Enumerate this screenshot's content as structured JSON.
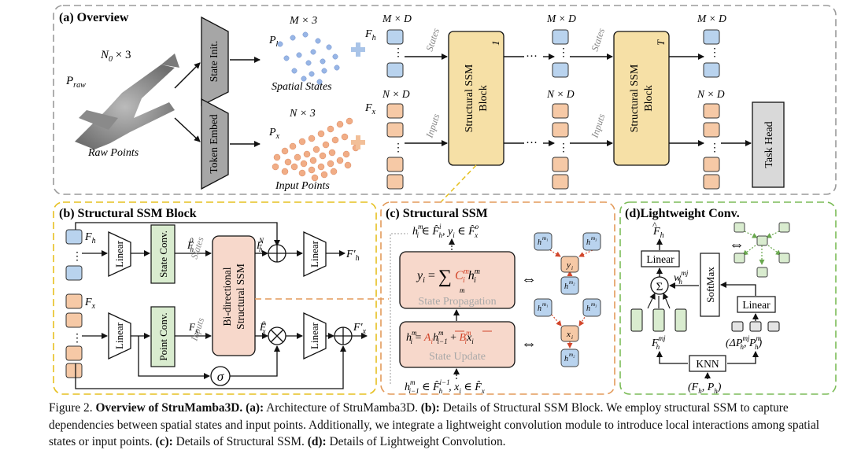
{
  "panels": {
    "a_title": "(a) Overview",
    "b_title": "(b) Structural SSM Block",
    "c_title": "(c) Structural SSM",
    "d_title": "(d)Lightweight Conv."
  },
  "overview": {
    "raw_dim": "N",
    "raw_dim_sub": "0",
    "raw_dim_rest": " × 3",
    "p_raw": "P",
    "p_raw_sub": "raw",
    "raw_label": "Raw Points",
    "state_init": "State Init.",
    "token_embed": "Token Embed",
    "spatial_dim": "M × 3",
    "ph": "P",
    "ph_sub": "h",
    "spatial_label": "Spatial States",
    "input_dim": "N × 3",
    "px": "P",
    "px_sub": "x",
    "input_label": "Input Points",
    "fh": "F",
    "fh_sub": "h",
    "fx": "F",
    "fx_sub": "x",
    "md": "M × D",
    "nd": "N × D",
    "states": "States",
    "inputs": "Inputs",
    "block": "Structural SSM Block",
    "block_line1": "Structural SSM",
    "block_line2": "Block",
    "block_idx_1": "1",
    "block_idx_T": "T",
    "ellipsis": "···",
    "task_head": "Task Head"
  },
  "ssm_block": {
    "fh": "F",
    "fh_sub": "h",
    "fx": "F",
    "fx_sub": "x",
    "linear": "Linear",
    "state_conv": "State Conv.",
    "point_conv": "Point Conv.",
    "states": "States",
    "inputs": "Inputs",
    "bi_line1": "Bi-directional",
    "bi_line2": "Structural SSM",
    "f0": "F",
    "f0_sup": "0",
    "f0_sub": "h",
    "fN": "F",
    "fN_sup": "N",
    "fN_sub": "h",
    "fxhat": "F",
    "fxhat_sub": "x",
    "fo": "F",
    "fo_sup": "o",
    "fo_sub": "x",
    "fh_out": "F′",
    "fh_out_sub": "h",
    "fx_out": "F′",
    "fx_out_sub": "x",
    "sigma": "σ"
  },
  "structural_ssm": {
    "top_eq": "h",
    "top_eq_full": "h_i^m ∈ F̂_h^i, y_i ∈ F̂_x^o",
    "prop_eq_lhs": "y",
    "prop_eq_sub": "i",
    "prop_sum": "∑",
    "prop_sum_sub": "m",
    "prop_C": "C",
    "prop_label": "State Propagation",
    "update_label": "State Update",
    "bottom_eq_full": "h_{i−1}^m ∈ F̂_h^{i−1}, x_i ∈ F̂_x",
    "hm1": "h",
    "hm2": "h",
    "hm3": "h",
    "y_node": "y",
    "x_node": "x",
    "arrow": "⇔"
  },
  "lightweight": {
    "fh": "F",
    "fh_sub": "h",
    "linear": "Linear",
    "sum": "Σ",
    "w": "w",
    "w_sup": "mj",
    "w_sub": "h",
    "softmax": "SoftMax",
    "linear2": "Linear",
    "fmj": "F",
    "fmj_sup": "mj",
    "fmj_sub": "h",
    "dp": "(ΔP",
    "dp_sup": "mj",
    "dp_sub": "h",
    "pm": ", P",
    "pm_sup": "m",
    "pm_sub": "h",
    "pm_end": ")",
    "knn": "KNN",
    "input": "(F",
    "input_sub1": "h",
    "input_mid": ", P",
    "input_sub2": "h",
    "input_end": ")",
    "arrow": "⇔"
  },
  "caption": {
    "fig": "Figure 2.",
    "title": "Overview of StruMamba3D.",
    "a_tag": "(a):",
    "a_text": " Architecture of StruMamba3D. ",
    "b_tag": "(b):",
    "b_text": " Details of Structural SSM Block. We employ structural SSM to capture dependencies between spatial states and input points. Additionally, we integrate a lightweight convolution module to introduce local interactions among spatial states or input points. ",
    "c_tag": "(c):",
    "c_text": " Details of Structural SSM. ",
    "d_tag": "(d):",
    "d_text": " Details of Lightweight Convolution."
  },
  "colors": {
    "blue_token": "#b9d3ee",
    "orange_token": "#f6c9a6",
    "green_conv": "#d9eccf",
    "bi_ssm": "#f7d8cb",
    "ssm_block": "#f6e0a6",
    "task_head": "#d9d9d9",
    "panel_a_border": "#9a9a9a",
    "panel_b_border": "#e6c020",
    "panel_c_border": "#e39a5a",
    "panel_d_border": "#7cbc58",
    "accent_red": "#d2462b"
  }
}
